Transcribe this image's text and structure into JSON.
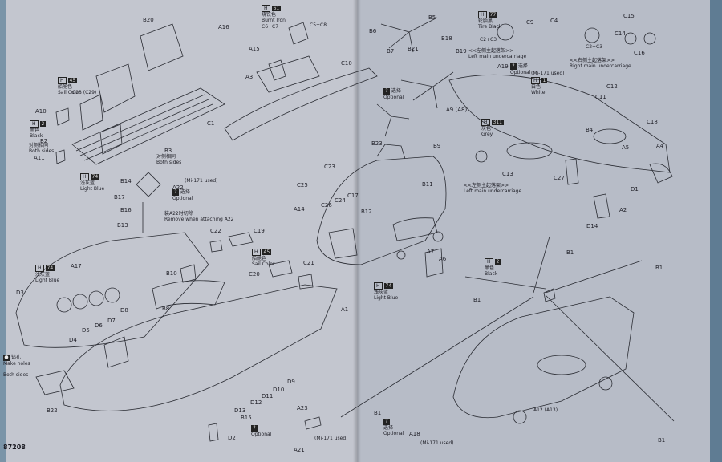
{
  "sheet": {
    "code": "87208"
  },
  "paints": {
    "h45_top": {
      "code": "H",
      "num": "45",
      "cn": "船舱色",
      "en": "Sail Color"
    },
    "h2_left": {
      "code": "H",
      "num": "2",
      "cn": "黑色",
      "en": "Black"
    },
    "h74_left": {
      "code": "H",
      "num": "74",
      "cn": "浅灰蓝",
      "en": "Light Blue"
    },
    "h74_body": {
      "code": "H",
      "num": "74",
      "cn": "浅灰蓝",
      "en": "Light Blue"
    },
    "h61": {
      "code": "H",
      "num": "61",
      "cn": "烧铁色",
      "en": "Burnt Iron"
    },
    "h45_mid": {
      "code": "H",
      "num": "45",
      "cn": "船舱色",
      "en": "Sail Color"
    },
    "h74_center": {
      "code": "H",
      "num": "74",
      "cn": "浅灰蓝",
      "en": "Light Blue"
    },
    "h77": {
      "code": "H",
      "num": "77",
      "cn": "轮胎黑",
      "en": "Tire Black"
    },
    "h1": {
      "code": "H",
      "num": "1",
      "cn": "白色",
      "en": "White"
    },
    "h311": {
      "code": "H",
      "num": "311",
      "cn": "灰色",
      "en": "Grey"
    },
    "h2_right": {
      "code": "H",
      "num": "2",
      "cn": "黑色",
      "en": "Black"
    }
  },
  "notes": {
    "both_sides_a": {
      "cn": "对侧相同",
      "en": "Both sides"
    },
    "both_sides_b": {
      "cn": "对侧相同",
      "en": "Both sides"
    },
    "mi171_a22": "(Mi-171 used)",
    "optional_a22": {
      "cn": "选择",
      "en": "Optional"
    },
    "remove_a22": {
      "cn": "装A22时切除",
      "en": "Remove when attaching A22"
    },
    "make_holes": {
      "cn": "钻孔",
      "en": "Make holes",
      "both": "Both sides"
    },
    "optional_center": {
      "cn": "选择",
      "en": "Optional"
    },
    "optional_a23": {
      "en": "Optional"
    },
    "mi171_a23": "(Mi-171 used)",
    "optional_a18": {
      "cn": "选择",
      "en": "Optional"
    },
    "mi171_a18": "(Mi-171 used)",
    "optional_a19": {
      "cn": "选择",
      "en": "Optional"
    },
    "mi171_a19": "(Mi-171 used)",
    "left_main_top": {
      "cn": "<<左侧主起落架>>",
      "en": "Left main undercarriage"
    },
    "right_main": {
      "cn": "<<右侧主起落架>>",
      "en": "Right main undercarriage"
    },
    "left_main_bottom": {
      "cn": "<<左侧主起落架>>",
      "en": "Left main undercarriage"
    }
  },
  "parts": [
    "B20",
    "A16",
    "C28 (C29)",
    "A10",
    "B2",
    "A11",
    "B3",
    "C1",
    "A15",
    "C6+C7",
    "C5+C8",
    "A3",
    "C10",
    "B14",
    "B17",
    "B16",
    "B13",
    "A22",
    "C22",
    "C19",
    "C20",
    "C21",
    "A17",
    "D3",
    "D5",
    "D6",
    "D7",
    "D4",
    "D8",
    "B10",
    "B8",
    "A1",
    "D9",
    "D10",
    "D11",
    "D12",
    "D13",
    "B15",
    "D2",
    "B22",
    "A23",
    "A21",
    "B6",
    "B7",
    "B21",
    "B5",
    "C2+C3",
    "C9",
    "C4",
    "C2+C3",
    "C15",
    "C14",
    "C16",
    "B18",
    "B19",
    "A9 (A8)",
    "A19",
    "C12",
    "C11",
    "C18",
    "A4",
    "A5",
    "B4",
    "C13",
    "C27",
    "D1",
    "A2",
    "D14",
    "B23",
    "B9",
    "C23",
    "C25",
    "C24",
    "C17",
    "A14",
    "C26",
    "B12",
    "B11",
    "A7",
    "A6",
    "B1",
    "B1",
    "B1",
    "B1",
    "B1",
    "A12 (A13)",
    "A18"
  ]
}
